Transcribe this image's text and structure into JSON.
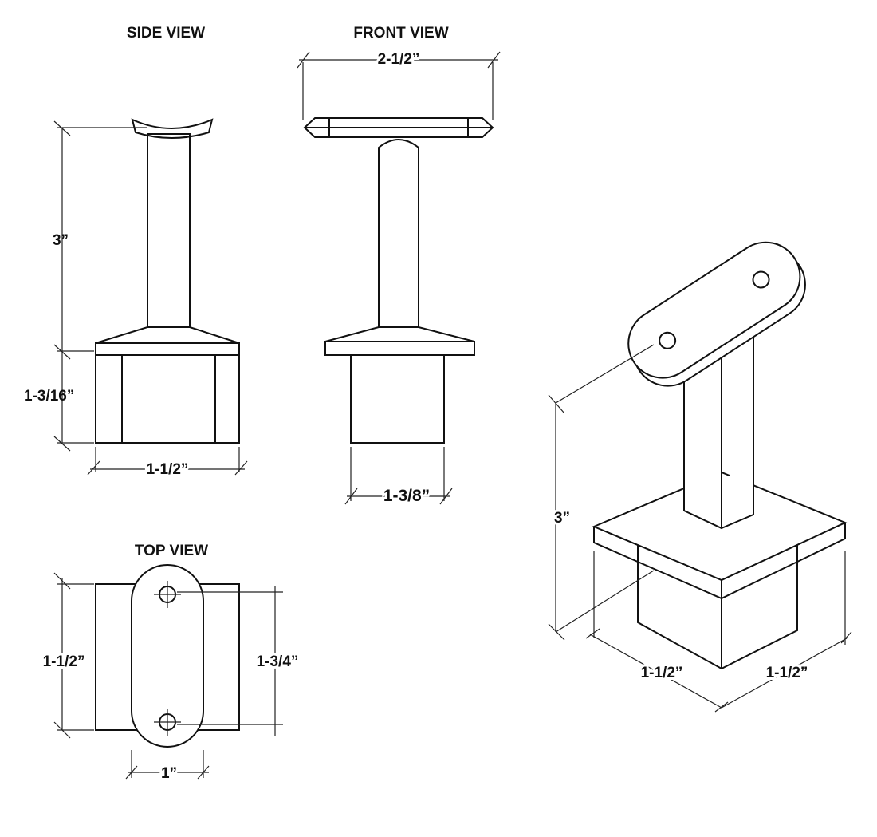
{
  "views": {
    "side": {
      "title": "SIDE VIEW",
      "height": "3”",
      "base_height": "1-3/16”",
      "base_width": "1-1/2”"
    },
    "front": {
      "title": "FRONT VIEW",
      "top_width": "2-1/2”",
      "base_width": "1-3/8”"
    },
    "top": {
      "title": "TOP VIEW",
      "width": "1-1/2”",
      "hole_spacing": "1-3/4”",
      "plate_width": "1”"
    },
    "iso": {
      "height": "3”",
      "base_left": "1-1/2”",
      "base_right": "1-1/2”"
    }
  }
}
